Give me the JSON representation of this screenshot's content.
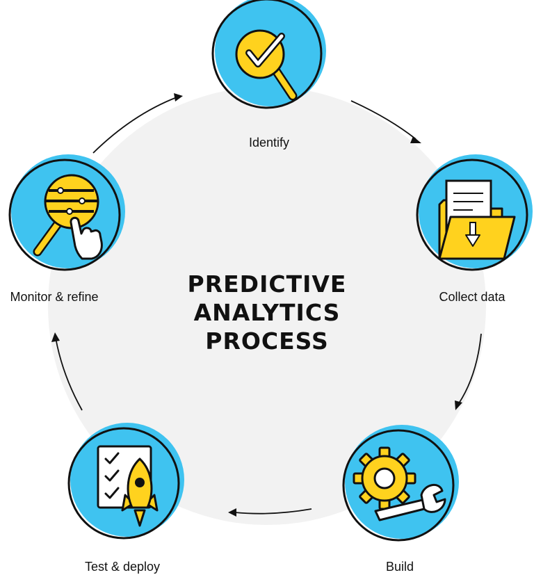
{
  "title": {
    "line1": "PREDICTIVE",
    "line2": "ANALYTICS",
    "line3": "PROCESS"
  },
  "steps": [
    {
      "label": "Identify",
      "icon": "magnifier-check-icon"
    },
    {
      "label": "Collect data",
      "icon": "folder-download-icon"
    },
    {
      "label": "Build",
      "icon": "gear-wrench-icon"
    },
    {
      "label": "Test & deploy",
      "icon": "checklist-rocket-icon"
    },
    {
      "label": "Monitor & refine",
      "icon": "magnifier-sliders-hand-icon"
    }
  ],
  "colors": {
    "background_disc": "#f2f2f2",
    "node_fill": "#3fc3f0",
    "icon_accent": "#ffd21e",
    "outline": "#111111",
    "text": "#111111"
  }
}
